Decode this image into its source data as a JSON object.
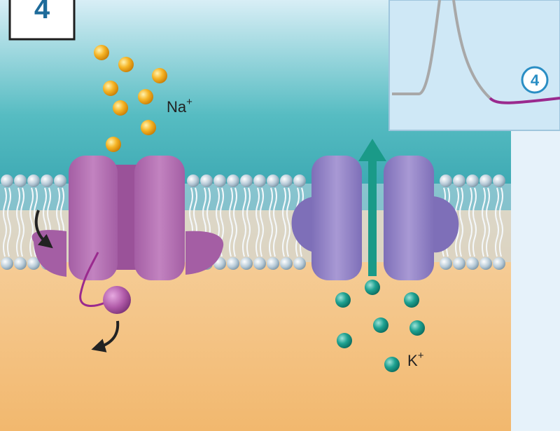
{
  "step_number": "4",
  "inset": {
    "marker_label": "4",
    "curve_color": "#a8a8a8",
    "highlight_color": "#9a2a8e"
  },
  "labels": {
    "sodium_ion": "Na",
    "sodium_charge": "+",
    "potassium_ion": "K",
    "potassium_charge": "+"
  },
  "colors": {
    "extracellular": "#3fb0b6",
    "intracellular": "#f4bf7e",
    "sodium_ion": "#f2a81a",
    "potassium_ion": "#1d9b8a",
    "sodium_channel": "#b068ae",
    "potassium_channel": "#8a78c0",
    "arrow": "#1a9a88"
  },
  "icons": {
    "gate_rotation_arrow": "curved-arrow-icon",
    "efflux_arrow": "up-arrow-icon"
  }
}
